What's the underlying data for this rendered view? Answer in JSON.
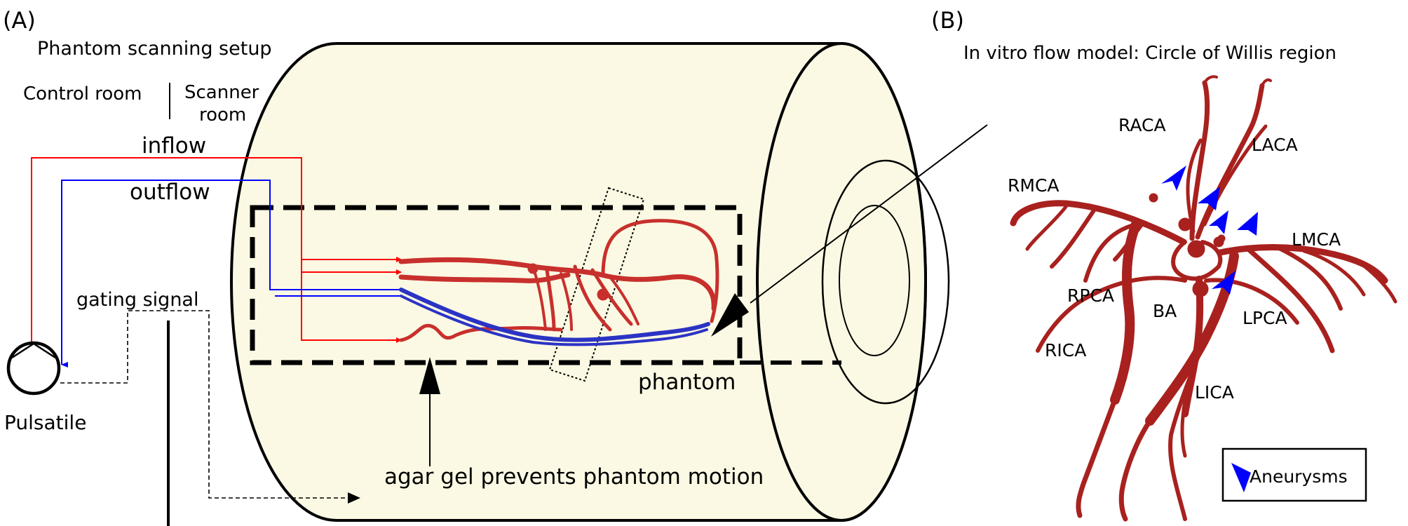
{
  "panel_a": {
    "label": "(A)",
    "title": "Phantom scanning setup",
    "control_room": "Control room",
    "scanner_room_line1": "Scanner",
    "scanner_room_line2": "room",
    "inflow": "inflow",
    "outflow": "outflow",
    "gating_signal": "gating signal",
    "pump": "Pulsatile",
    "phantom": "phantom",
    "agar_note": "agar gel prevents phantom motion",
    "colors": {
      "inflow": "#ff0000",
      "outflow": "#0000ff",
      "scanner_fill": "#fbf9e3",
      "vessel": "#c8302d",
      "vessel_blue": "#2b33c4"
    }
  },
  "panel_b": {
    "label": "(B)",
    "title": "In vitro flow model: Circle of Willis region",
    "vessel_labels": [
      "RACA",
      "LACA",
      "RMCA",
      "LMCA",
      "RPCA",
      "BA",
      "LPCA",
      "RICA",
      "LICA"
    ],
    "legend": "Aneurysms",
    "colors": {
      "vessel": "#a8211e",
      "aneurysm_marker": "#0000ff"
    }
  }
}
